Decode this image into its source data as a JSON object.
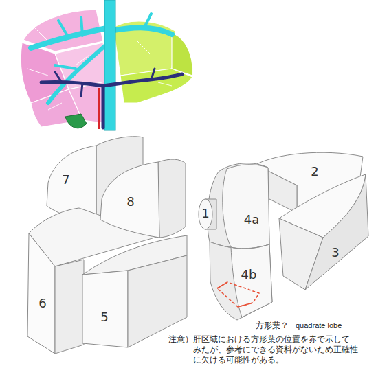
{
  "diagram": {
    "nodes": [
      {
        "text": [
          "7"
        ]
      },
      {
        "text": [
          "8"
        ]
      },
      {
        "text": [
          "2"
        ]
      },
      {
        "text": [
          "1"
        ]
      },
      {
        "text": [
          "4a"
        ]
      },
      {
        "text": [
          "3"
        ]
      },
      {
        "text": [
          "4b"
        ]
      },
      {
        "text": [
          "6"
        ]
      },
      {
        "text": [
          "5"
        ]
      }
    ],
    "labels": [
      "方形葉？",
      "quadrate lobe",
      "注意）肝区域における方形葉の位置を赤で示して みたが、参考にできる資料がないため正確性 に欠ける可能性がある。"
    ]
  }
}
